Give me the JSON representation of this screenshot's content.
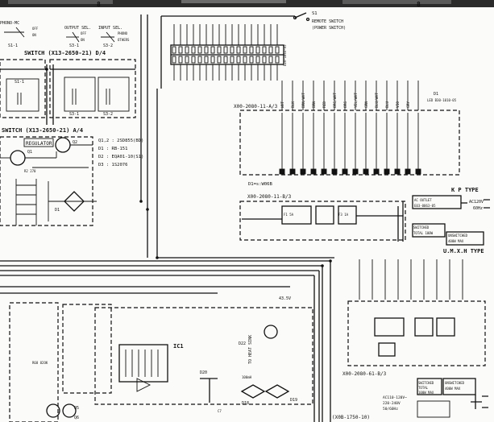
{
  "schematic": {
    "top_bar": {
      "left_text": "8",
      "right_text": "8"
    },
    "phono_mc": {
      "label": "PHONO-MC",
      "off": "OFF",
      "on": "ON",
      "switch": "S1-1"
    },
    "output_sel": {
      "label": "OUTPUT SEL.",
      "off": "OFF",
      "on": "ON",
      "switch": "S3-1"
    },
    "input_sel": {
      "label": "INPUT SEL.",
      "phono": "PHONO",
      "others": "OTHERS",
      "switch": "S3-2"
    },
    "remote_switch": {
      "ref": "S1",
      "line1": "REMOTE SWITCH",
      "line2": "(POWER SWITCH)"
    },
    "switch_d4": {
      "title": "SWITCH (X13-2650-21) D/4",
      "s1": "S1-1",
      "s3a": "S3-1",
      "s3b": "S3-2"
    },
    "switch_a4": {
      "title": "SWITCH (X13-2650-21) A/4",
      "regulator": "REGULATOR",
      "q1": "Q1",
      "q2": "Q2",
      "r1": "R2 270"
    },
    "parts_legend": [
      "Q1,2 : 2SD855(BD)",
      "D1 : RB-151",
      "D2 : EQA01-10(S1)",
      "D3 : 1S2076"
    ],
    "connector_ref": "E20-1863-05",
    "x00_a3": {
      "title": "X00-2080-11-A/3",
      "led_ref": "D1",
      "led_label": "LED B30-1010-05"
    },
    "x00_b3": {
      "title": "X00-2080-11-B/3",
      "d1": "D1=s:W06B"
    },
    "kp_type": {
      "title": "K P TYPE",
      "ac_outlet": "AC OUTLET",
      "outlet_part": "E03-0063-05",
      "switched": "SWITCHED",
      "switched_total": "TOTAL 100W",
      "unswitched": "UNSWITCHED",
      "unswitched_max": "400W MAX",
      "ac_in_1": "AC120V",
      "ac_in_2": "60Hz",
      "fuse1": "F1 5A",
      "fuse2": "F3 1A"
    },
    "umxh_type": {
      "title": "U.M.X.H TYPE",
      "board": "X00-2080-61-B/3",
      "switched": "SWITCHED",
      "switched_total": "TOTAL",
      "switched_max": "100W MAX",
      "unswitched": "UNSWITCHED",
      "unswitched_max": "400W MAX",
      "ac_1": "AC110-120V~",
      "ac_2": "220-240V",
      "ac_3": "50/60Hz"
    },
    "wire_colors": [
      "WHT",
      "BLK",
      "BRN/WHT",
      "BRN",
      "RED",
      "ORG/WHT",
      "ORG",
      "YEL/WHT",
      "GRN",
      "BLU/WHT",
      "BLU",
      "VIO",
      "GRY"
    ],
    "lower_section": {
      "ic": "IC1",
      "d20": "D20",
      "d22": "D22",
      "d18": "D18",
      "d19": "D19",
      "q5": "Q5",
      "q6": "Q6",
      "to_heat_sink": "TO HEAT SINK",
      "volt1": "43.5V",
      "x0b": "(X0B-1750-10)",
      "res_note": "R68 82OK",
      "reg_note": "100mH",
      "c7": "C7"
    }
  }
}
